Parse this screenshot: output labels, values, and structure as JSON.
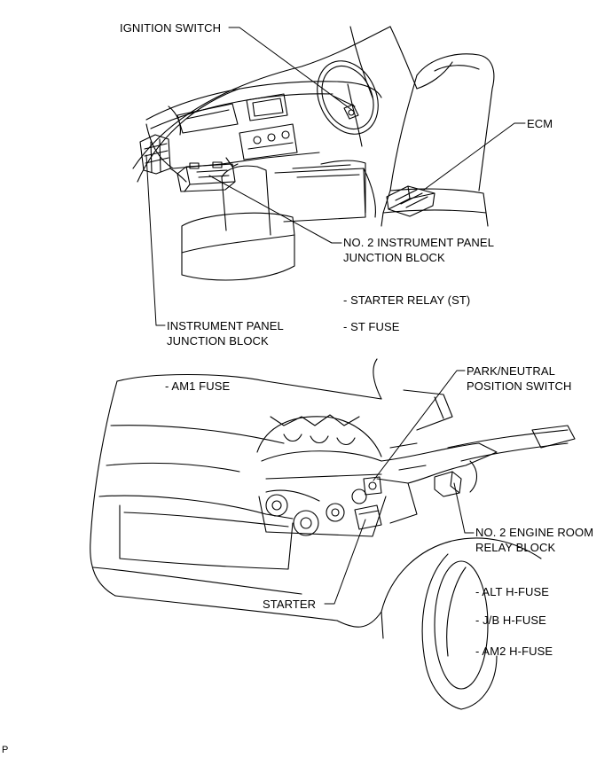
{
  "diagram": {
    "callouts": {
      "ignition_switch": "IGNITION SWITCH",
      "ecm": "ECM",
      "no2_ip_junction_block": [
        "NO. 2 INSTRUMENT PANEL",
        "JUNCTION BLOCK"
      ],
      "ip_junction_block": [
        "INSTRUMENT PANEL",
        "JUNCTION BLOCK"
      ],
      "park_neutral_switch": [
        "PARK/NEUTRAL",
        "POSITION SWITCH"
      ],
      "no2_engine_room_relay_block": [
        "NO. 2 ENGINE ROOM",
        "RELAY BLOCK"
      ],
      "starter": "STARTER"
    },
    "sub_items": {
      "starter_relay": "- STARTER RELAY (ST)",
      "st_fuse": "- ST FUSE",
      "am1_fuse": "- AM1 FUSE",
      "alt_h_fuse": "- ALT H-FUSE",
      "jb_h_fuse": "- J/B H-FUSE",
      "am2_h_fuse": "- AM2 H-FUSE"
    },
    "corner_mark": "P"
  }
}
